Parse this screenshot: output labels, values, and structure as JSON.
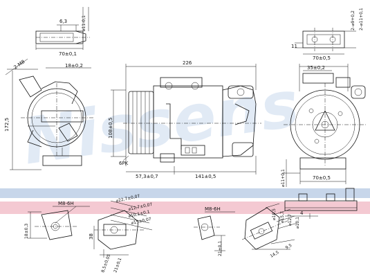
{
  "watermark": {
    "text": "Nissens",
    "color": "#c9d9ee"
  },
  "bands": {
    "blue": "#c7d6ea",
    "pink": "#f4c9d2"
  },
  "dims": {
    "d63": "6,3",
    "d11_top": "⌀11-0,1",
    "d2_phi9": "2–⌀9+0,2",
    "d2_phi11": "2–⌀11+0,1",
    "d11_side": "11",
    "d70_a": "70±0,1",
    "d70_b": "70±0,5",
    "d2m8": "2-M8",
    "d18": "18±0,2",
    "d226": "226",
    "d35": "35±0,2",
    "d172": "172,5",
    "d108": "108±0,5",
    "d6pk": "6PK",
    "d57": "57,3±0,7",
    "d141": "141±0,5",
    "d11_vert": "⌀11+0,1",
    "d70_c": "70±0,5",
    "m8_left": "M8-6H",
    "d18_left": "18±0,3",
    "d22": "⌀22,7±0,07",
    "d12": "⌀12,7±0,07",
    "d10": "⌀10,1±0,1",
    "d15": "⌀15±0,07",
    "d38": "38",
    "d85": "8,5±0,05",
    "d21": "21±0,1",
    "m8_mid": "M8-6H",
    "d21_mid": "21±0,1",
    "d4": "4",
    "d19": "⌀19,5",
    "d15b": "⌀15,7",
    "d12b": "⌀12,7",
    "d10b": "⌀10,1",
    "d14": "14,5",
    "d9": "9,5"
  }
}
